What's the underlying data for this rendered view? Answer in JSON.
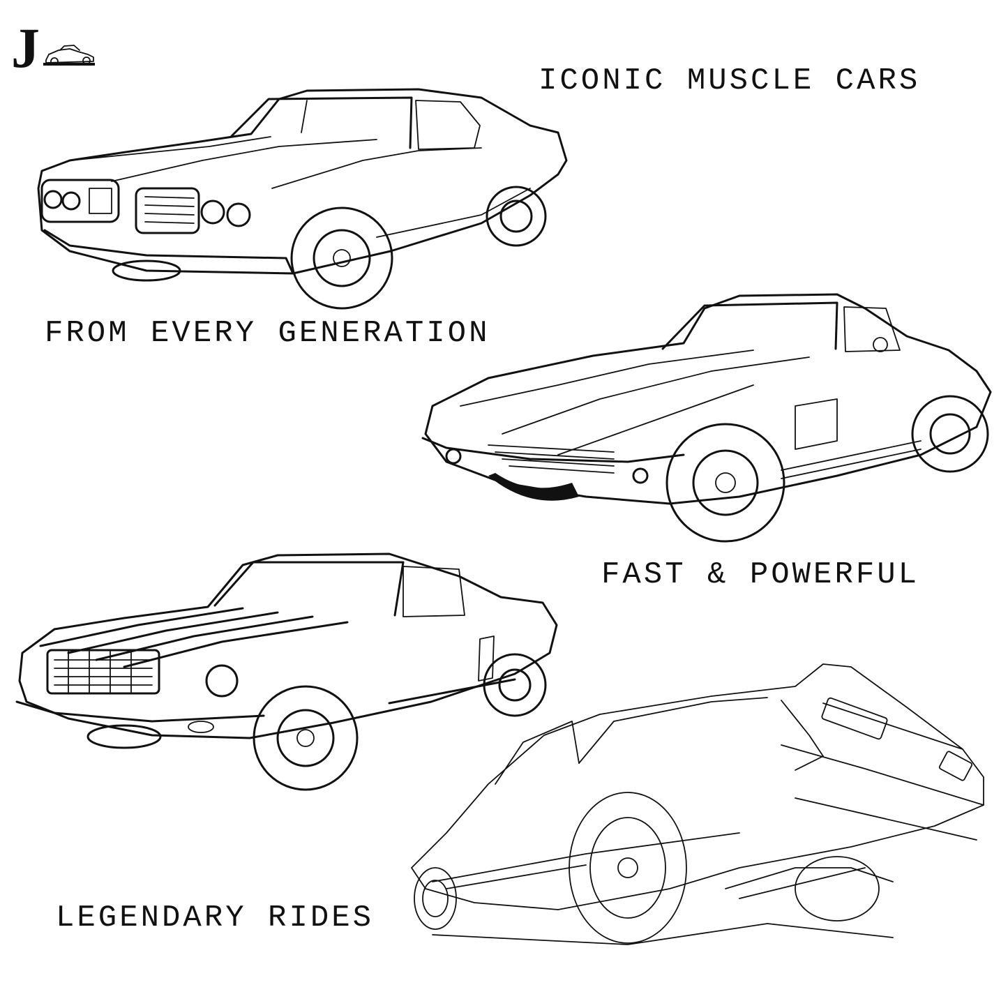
{
  "captions": {
    "line1": "ICONIC MUSCLE CARS",
    "line2": "FROM EVERY GENERATION",
    "line3": "FAST & POWERFUL",
    "line4": "LEGENDARY RIDES"
  },
  "logo": {
    "letter": "J"
  },
  "colors": {
    "ink": "#111111",
    "background": "#ffffff"
  }
}
